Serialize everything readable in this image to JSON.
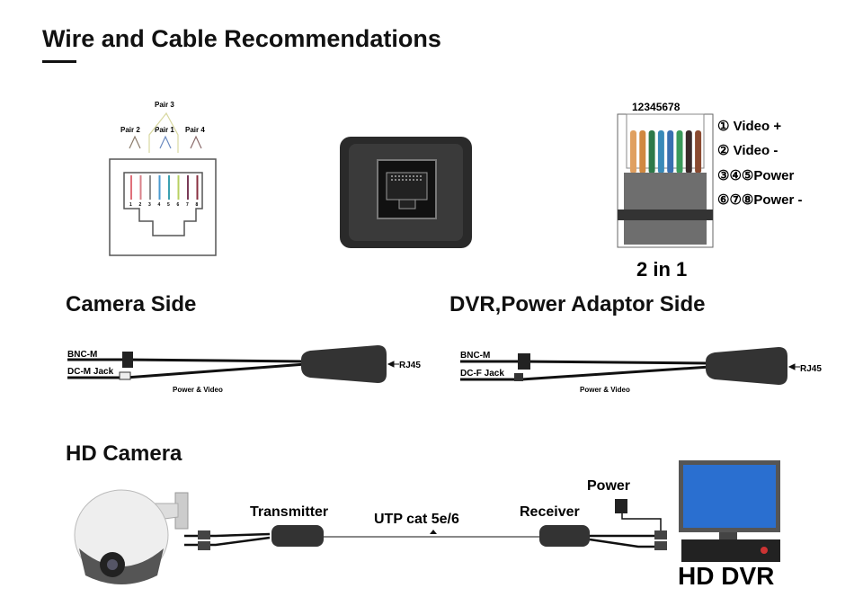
{
  "title": "Wire and Cable Recommendations",
  "jack_diagram": {
    "pairs": [
      "Pair 3",
      "Pair 2",
      "Pair 1",
      "Pair 4"
    ],
    "pins": [
      "1",
      "2",
      "3",
      "4",
      "5",
      "6",
      "7",
      "8"
    ],
    "wire_colors": [
      "#e0707a",
      "#d88088",
      "#909090",
      "#4a9ad0",
      "#3aa0b0",
      "#b8d060",
      "#7a3a58",
      "#8a3040"
    ]
  },
  "pinout": {
    "pin_numbers": "12345678",
    "legend": [
      "① Video +",
      "② Video -",
      "③④⑤Power",
      "⑥⑦⑧Power -"
    ],
    "caption": "2 in 1"
  },
  "camera_side": {
    "heading": "Camera Side",
    "bnc_label": "BNC-M",
    "dc_label": "DC-M Jack",
    "cable_label": "Power & Video",
    "rj45_label": "RJ45"
  },
  "dvr_side": {
    "heading": "DVR,Power Adaptor Side",
    "bnc_label": "BNC-M",
    "dc_label": "DC-F Jack",
    "cable_label": "Power & Video",
    "rj45_label": "RJ45"
  },
  "setup": {
    "heading": "HD Camera",
    "transmitter": "Transmitter",
    "cable": "UTP  cat  5e/6",
    "receiver": "Receiver",
    "power": "Power",
    "dvr": "HD DVR"
  }
}
